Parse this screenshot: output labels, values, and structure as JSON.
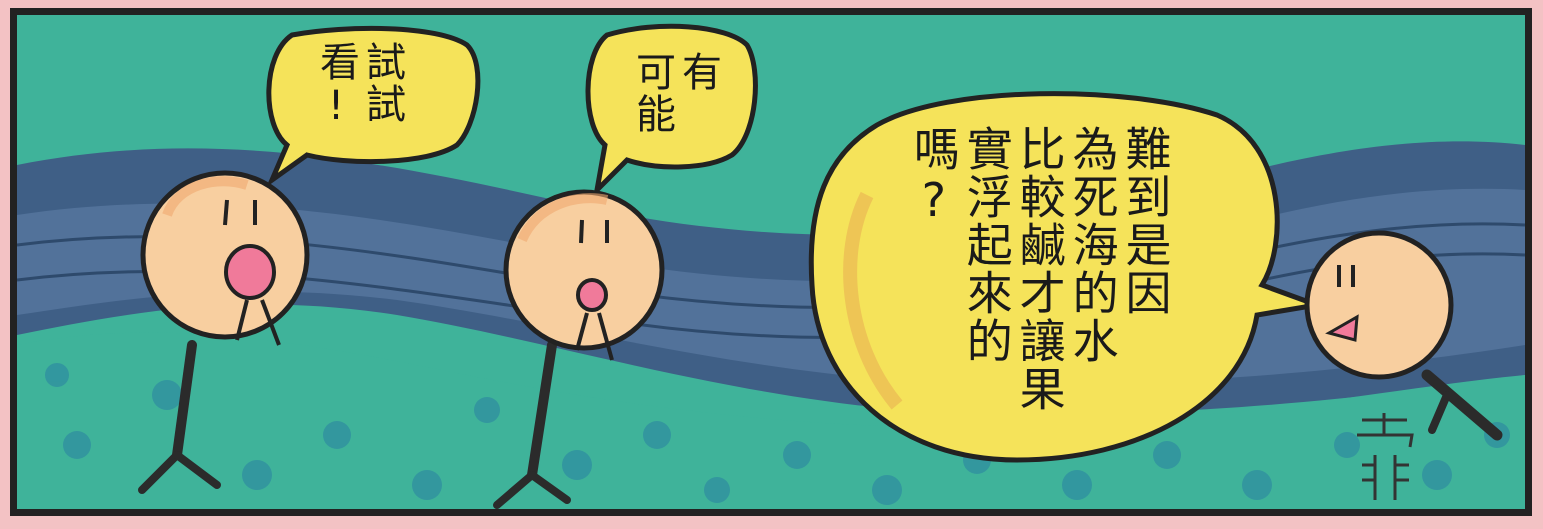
{
  "panel": {
    "bubbles": [
      {
        "speaker": "left",
        "text": "試試\n看!"
      },
      {
        "speaker": "middle",
        "text": "有\n可能"
      },
      {
        "speaker": "right",
        "text": "難到是因\n為死海的水\n比較鹹才讓果\n實浮起來的\n嗎?"
      }
    ],
    "signature": "霏"
  },
  "colors": {
    "sky": "#3fb39a",
    "sea_dark": "#3f5f86",
    "sea_mid": "#52729a",
    "ground": "#3fb39a",
    "bubble": "#f5e35a",
    "face": "#f8cfa0",
    "mouth": "#f07a9a",
    "background": "#f3c2c4"
  }
}
